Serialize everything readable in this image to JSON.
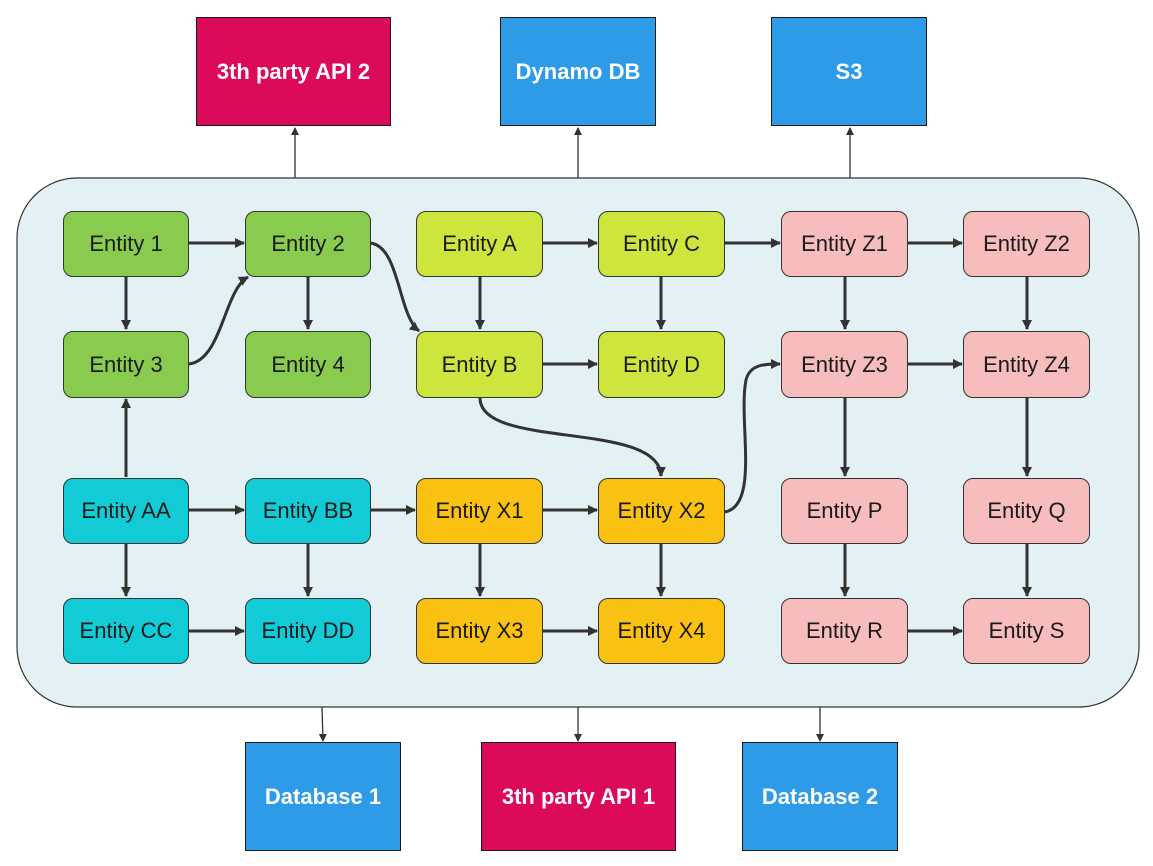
{
  "colors": {
    "container_fill": "#e3f1f4",
    "api_fill": "#db0a5b",
    "storage_fill": "#2d9be8",
    "green": "#89cb4f",
    "lime": "#cde53c",
    "cyan": "#13cbd6",
    "yellow": "#f9c212",
    "pink": "#f7bcbc",
    "arrow": "#333333"
  },
  "external": {
    "api2": "3th party API 2",
    "dynamo": "Dynamo DB",
    "s3": "S3",
    "db1": "Database 1",
    "api1": "3th party API 1",
    "db2": "Database 2"
  },
  "entities": {
    "e1": "Entity 1",
    "e2": "Entity 2",
    "e3": "Entity 3",
    "e4": "Entity 4",
    "ea": "Entity A",
    "ec": "Entity C",
    "eb": "Entity B",
    "ed": "Entity D",
    "ez1": "Entity Z1",
    "ez2": "Entity Z2",
    "ez3": "Entity Z3",
    "ez4": "Entity Z4",
    "eaa": "Entity AA",
    "ebb": "Entity BB",
    "ecc": "Entity CC",
    "edd": "Entity DD",
    "ex1": "Entity X1",
    "ex2": "Entity X2",
    "ex3": "Entity X3",
    "ex4": "Entity X4",
    "ep": "Entity P",
    "eq": "Entity Q",
    "er": "Entity R",
    "es": "Entity S"
  }
}
